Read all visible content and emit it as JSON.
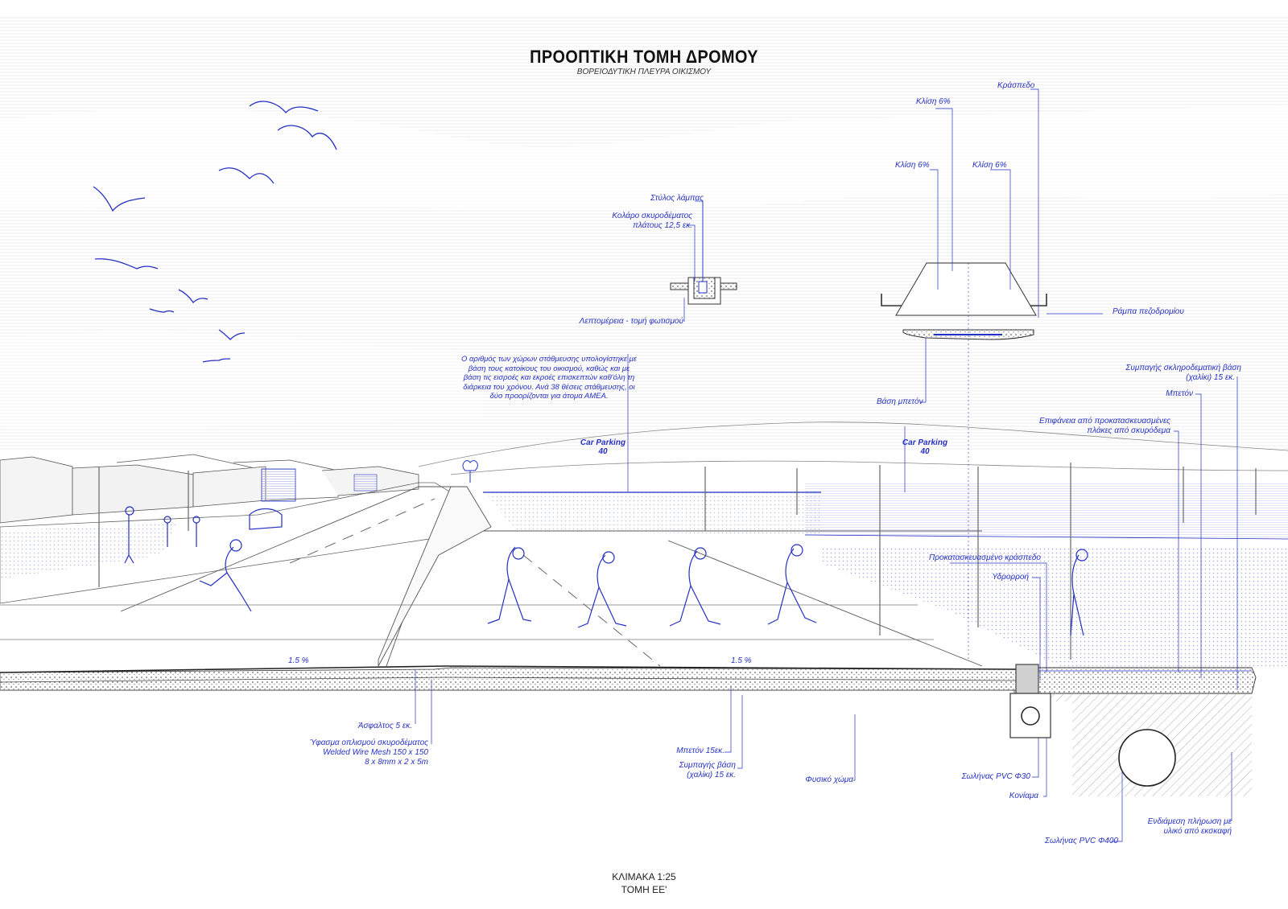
{
  "title": "ΠΡΟΟΠΤΙΚΗ ΤΟΜΗ ΔΡΟΜΟΥ",
  "subtitle": "ΒΟΡΕΙΟΔΥΤΙΚΗ ΠΛΕΥΡΑ ΟΙΚΙΣΜΟΥ",
  "colors": {
    "accent": "#2530c4",
    "line": "#333333",
    "sky_hatch": "#e2e2e2"
  },
  "lamp_detail": {
    "pole": "Στύλος λάμπας",
    "collar_line1": "Κολάρο σκυροδέματος",
    "collar_line2": "πλάτους 12,5 εκ.",
    "detail": "Λεπτομέρεια - τομή φωτισμού"
  },
  "ramp_detail": {
    "curb": "Κράσπεδο",
    "slope_top": "Κλίση 6%",
    "slope_left": "Κλίση 6%",
    "slope_right": "Κλίση 6%",
    "ramp": "Ράμπα πεζοδρομίου",
    "base": "Βάση μπετόν"
  },
  "parking_note": "Ο αριθμός των χώρων στάθμευσης υπολογίστηκε με βάση τους κατοίκους του οικισμού, καθώς και με βάση τις εισροές και εκροές επισκεπτών καθ'όλη τη διάρκεια του χρόνου. Ανά 38 θέσεις στάθμευσης, οι δύο προορίζονται για άτομα ΑΜΕΑ.",
  "parking": [
    {
      "label": "Car Parking",
      "count": "40"
    },
    {
      "label": "Car Parking",
      "count": "40"
    }
  ],
  "right_labels": {
    "base_line1": "Συμπαγής σκληροδεματική βάση",
    "base_line2": "(χαλίκι) 15 εκ.",
    "concrete": "Μπετόν",
    "surface_line1": "Επιφάνεια από προκατασκευασμένες",
    "surface_line2": "πλάκες από σκυρόδεμα",
    "precast_curb": "Προκατασκευασμένο κράσπεδο",
    "gutter": "Υδρορροή"
  },
  "slopes": [
    "1.5 %",
    "1.5 %"
  ],
  "section_labels": {
    "asphalt": "Άσφαλτος 5 εκ.",
    "mesh_line1": "Ύφασμα οπλισμού σκυροδέματος",
    "mesh_line2": "Welded Wire Mesh 150 x 150",
    "mesh_line3": "8 x 8mm x 2 x 5m",
    "concrete15": "Μπετόν 15εκ.",
    "gravel_line1": "Συμπαγής βάση",
    "gravel_line2": "(χαλίκι) 15 εκ.",
    "soil": "Φυσικό χώμα",
    "pvc30": "Σωλήνας PVC Φ30",
    "mortar": "Κονίαμα",
    "pvc400": "Σωλήνας PVC Φ400",
    "fill_line1": "Ενδιάμεση πλήρωση με",
    "fill_line2": "υλικό από εκσκαφή"
  },
  "scale": {
    "line1": "ΚΛΙΜΑΚΑ 1:25",
    "line2": "ΤΟΜΗ ΕΕ'"
  }
}
